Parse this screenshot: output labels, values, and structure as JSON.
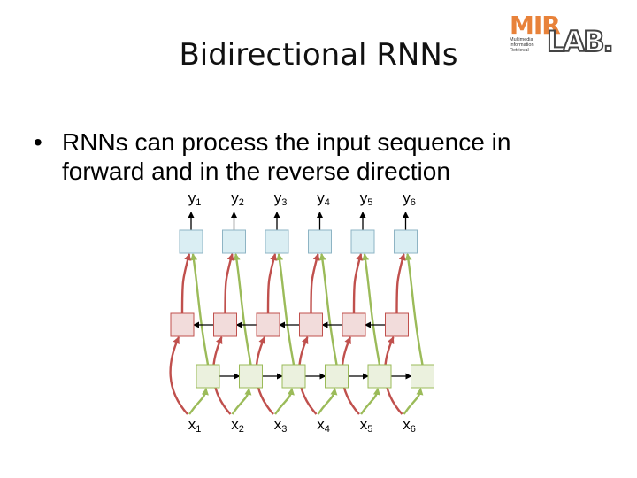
{
  "slide": {
    "title": "Bidirectional RNNs",
    "bullet_symbol": "•",
    "bullet": "RNNs can process the input sequence in forward and in the reverse direction"
  },
  "logo": {
    "mir": "MIR",
    "lab": "LAB.",
    "subtitle_lines": [
      "Multimedia",
      "Information",
      "Retrieval"
    ]
  },
  "diagram": {
    "outputs": [
      {
        "base": "y",
        "sub": "1"
      },
      {
        "base": "y",
        "sub": "2"
      },
      {
        "base": "y",
        "sub": "3"
      },
      {
        "base": "y",
        "sub": "4"
      },
      {
        "base": "y",
        "sub": "5"
      },
      {
        "base": "y",
        "sub": "6"
      }
    ],
    "inputs": [
      {
        "base": "x",
        "sub": "1"
      },
      {
        "base": "x",
        "sub": "2"
      },
      {
        "base": "x",
        "sub": "3"
      },
      {
        "base": "x",
        "sub": "4"
      },
      {
        "base": "x",
        "sub": "5"
      },
      {
        "base": "x",
        "sub": "6"
      }
    ],
    "colors": {
      "output_fill": "#daeef3",
      "output_stroke": "#8eb4c4",
      "backward_fill": "#f2dcdb",
      "backward_stroke": "#c0504d",
      "forward_fill": "#ebf1de",
      "forward_stroke": "#9bbb59",
      "arrow": "#000000"
    }
  }
}
